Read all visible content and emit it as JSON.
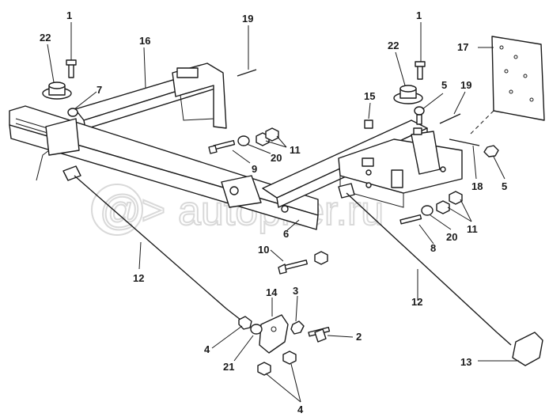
{
  "watermark": {
    "text": "autopiter.ru",
    "symbol": "@>"
  },
  "callouts": [
    {
      "id": "c1a",
      "number": "1"
    },
    {
      "id": "c22a",
      "number": "22"
    },
    {
      "id": "c7",
      "number": "7"
    },
    {
      "id": "c16",
      "number": "16"
    },
    {
      "id": "c19a",
      "number": "19"
    },
    {
      "id": "c1b",
      "number": "1"
    },
    {
      "id": "c22b",
      "number": "22"
    },
    {
      "id": "c5a",
      "number": "5"
    },
    {
      "id": "c15",
      "number": "15"
    },
    {
      "id": "c19b",
      "number": "19"
    },
    {
      "id": "c17",
      "number": "17"
    },
    {
      "id": "c11a",
      "number": "11"
    },
    {
      "id": "c20a",
      "number": "20"
    },
    {
      "id": "c9",
      "number": "9"
    },
    {
      "id": "c18",
      "number": "18"
    },
    {
      "id": "c5b",
      "number": "5"
    },
    {
      "id": "c6",
      "number": "6"
    },
    {
      "id": "c10",
      "number": "10"
    },
    {
      "id": "c12a",
      "number": "12"
    },
    {
      "id": "c14",
      "number": "14"
    },
    {
      "id": "c3",
      "number": "3"
    },
    {
      "id": "c2",
      "number": "2"
    },
    {
      "id": "c4a",
      "number": "4"
    },
    {
      "id": "c21",
      "number": "21"
    },
    {
      "id": "c4b",
      "number": "4"
    },
    {
      "id": "c11b",
      "number": "11"
    },
    {
      "id": "c20b",
      "number": "20"
    },
    {
      "id": "c8",
      "number": "8"
    },
    {
      "id": "c12b",
      "number": "12"
    },
    {
      "id": "c13",
      "number": "13"
    }
  ]
}
